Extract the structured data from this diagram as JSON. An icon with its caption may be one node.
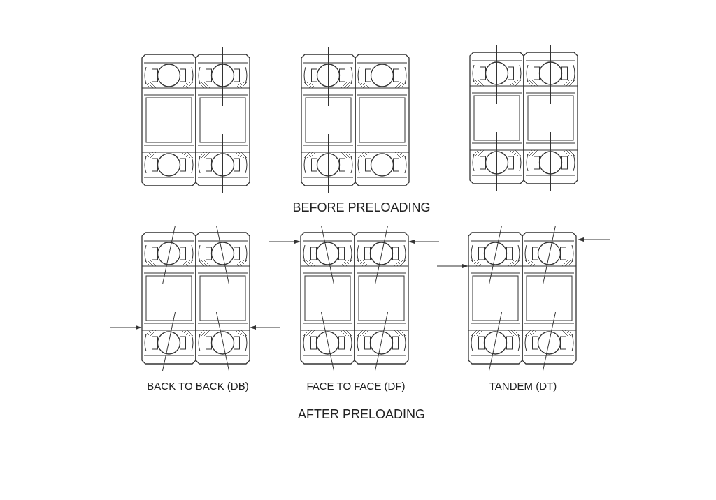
{
  "diagram": {
    "labels": [
      "BEFORE PRELOADING",
      "BACK TO BACK (DB)",
      "FACE TO FACE (DF)",
      "TANDEM (DT)",
      "AFTER PRELOADING"
    ]
  }
}
